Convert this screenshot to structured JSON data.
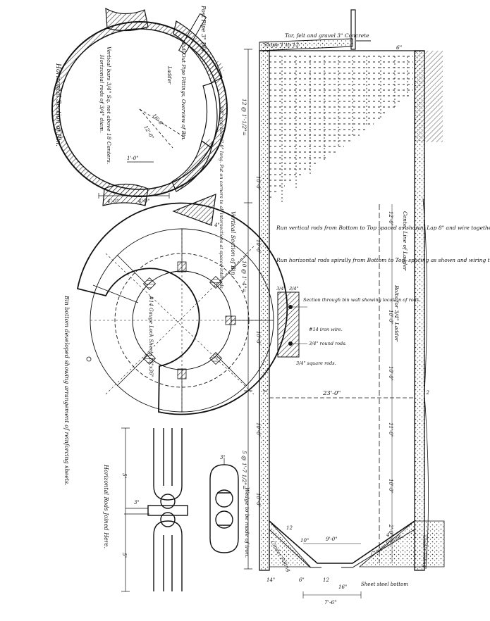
{
  "circle_section": {
    "title": "Horizontal Section of Bin.",
    "post_pipe": "Post Pipe 3\" Dia.",
    "pull_outlet": "Pull Out Pipe Fittings, Overview of Bin.",
    "ladder": "Ladder",
    "vertical_bars": "Vertical bars 3/4\" Sq. not above 18 Centers.",
    "horizontal_rods": "Horizontal rods of 3/4\" diam.",
    "radius_outer": "16'-6\"",
    "radius_inner": "12'-6\"",
    "dim_a": "1'-0\"",
    "dim_b": "4'-0\"",
    "dim_c": "4'-0\"",
    "dim_d": "4\"",
    "side_note": "3/4\" iron bars 6'-0\" long. Put on corners to all intersections at spaced intervals."
  },
  "bottom_plan": {
    "title": "Bin bottom developed showing arrangement of reinforcing sheets.",
    "sheet_note": "#14 Gauge Lock Sheets 18\"x36\""
  },
  "rods_detail": {
    "title": "Horizontal Rods Joined Here.",
    "dim_five": "5\"",
    "dim_three": "3\"",
    "wedge_note": "Wedge to be made of iron."
  },
  "vertical_section": {
    "title": "Vertical Section of Bin.",
    "roof_note": "Tar, felt and gravel 3\" Concrete",
    "slope": "Slope 1 to 12",
    "top_dim": "6\"",
    "note1": "Run vertical rods from Bottom to Top spaced as shown. Lap 8\" and wire together with #14 iron wire.",
    "note2": "Run horizontal rods spirally from Bottom to Top, spacing as shown and wiring to verticals at each crossing with #14 iron wire.",
    "ladder_center": "Center Line of Ladder",
    "bolts": "Bolts for 3/4\" Ladder",
    "wall_section": "Section through bin wall showing location of rods.",
    "iron_wire": "#14 iron wire.",
    "round_rods": "3/4\" round rods.",
    "square_rods": "3/4\" square rods.",
    "wall_dims": [
      "3/4\"",
      "3/4\""
    ],
    "width": "23'-0\"",
    "wall_thick_left": "7\"",
    "wall_thick_right": "12",
    "height_labels": [
      "12 @ 1'-1/2\"=",
      "10 @ 1'-4\"=",
      "5 @ 1'-7 1/2\"="
    ],
    "spacing_labels": [
      "10'-0\"",
      "10'-0\"",
      "10'-0\"",
      "10'-0\"",
      "10'-0\""
    ],
    "right_dims": [
      "12'-0\"",
      "10'-0\"",
      "10'-0\"",
      "11'-0\"",
      "10'-0\"",
      "2'-0\""
    ],
    "bottom_dims": {
      "hopper": "9'-0\"",
      "depth": "10\"",
      "outlet": "12",
      "outlet2": "16\"",
      "total": "7'-6\"",
      "left_edge": "14\"",
      "left_edge2": "6\"",
      "left_top": "12",
      "right_top": "4'"
    },
    "cinder_filling_left": "Cinder Filling",
    "cinder_filling_mid": "Cinder Filling",
    "cinder_filling_right": "Cinder Filling",
    "sheet_steel": "Sheet steel bottom"
  }
}
